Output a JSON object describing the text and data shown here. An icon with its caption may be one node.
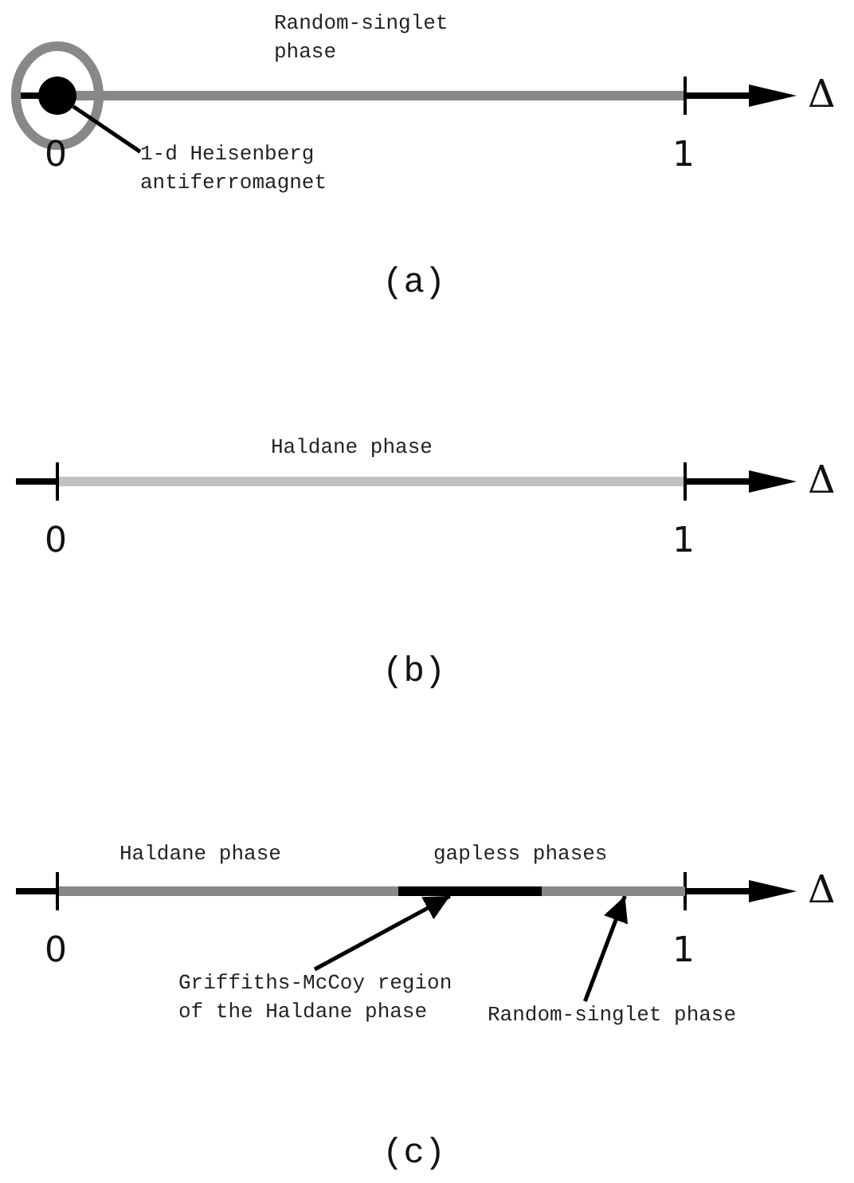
{
  "diagram": {
    "nodes": [
      {
        "text": [
          "1-d Heisenberg antiferromagnet"
        ]
      },
      {
        "text": [],
        "shape": "circle"
      },
      {
        "text": [
          "Griffiths-McCoy region of the Haldane phase"
        ]
      },
      {
        "text": [],
        "shape": "bar"
      },
      {
        "text": [
          "Random-singlet phase"
        ]
      },
      {
        "text": [],
        "shape": "bar"
      }
    ],
    "edges": [
      {
        "from": 0,
        "to": 1,
        "arrow": "none"
      },
      {
        "from": 2,
        "to": 3,
        "arrow": "to"
      },
      {
        "from": 4,
        "to": 5,
        "arrow": "to"
      }
    ],
    "labels": [
      "Random-singlet phase",
      "Δ",
      "0",
      "1",
      "(a)",
      "Haldane phase",
      "Δ",
      "0",
      "1",
      "(b)",
      "Haldane phase",
      "gapless phases",
      "Δ",
      "0",
      "1",
      "(c)"
    ]
  }
}
